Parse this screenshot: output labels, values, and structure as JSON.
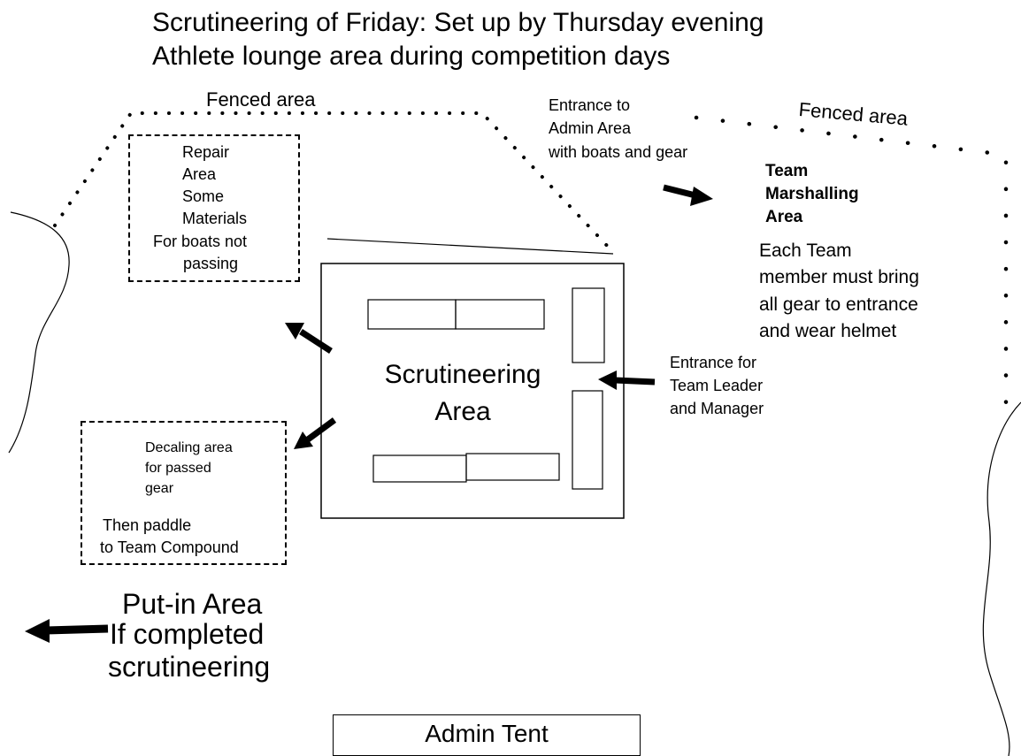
{
  "header": {
    "line1": "Scrutineering of Friday:  Set up by Thursday evening",
    "line2": "Athlete lounge area during competition days"
  },
  "fences": {
    "left_label": "Fenced area",
    "right_label": "Fenced area"
  },
  "repair_area": {
    "lines": [
      "Repair",
      "Area",
      "Some",
      "Materials"
    ],
    "last_line1": "For boats not",
    "last_line2": "passing"
  },
  "admin_entrance": {
    "line1": "Entrance to",
    "line2": "Admin Area",
    "line3": "with boats and gear"
  },
  "marshalling": {
    "title1": "Team",
    "title2": "Marshalling",
    "title3": "Area",
    "note1": "Each Team",
    "note2": "member must bring",
    "note3": "all gear to entrance",
    "note4": "and wear helmet"
  },
  "scrutineering": {
    "line1": "Scrutineering",
    "line2": "Area"
  },
  "leader_entrance": {
    "line1": "Entrance for",
    "line2": "Team Leader",
    "line3": "and Manager"
  },
  "decaling": {
    "line1": "Decaling area",
    "line2": "for passed",
    "line3": "gear",
    "then1": "Then paddle",
    "then2": "to Team Compound"
  },
  "put_in": {
    "line1": "Put-in Area",
    "line2": "If completed",
    "line3": "scrutineering"
  },
  "admin_tent": {
    "label": "Admin Tent"
  }
}
